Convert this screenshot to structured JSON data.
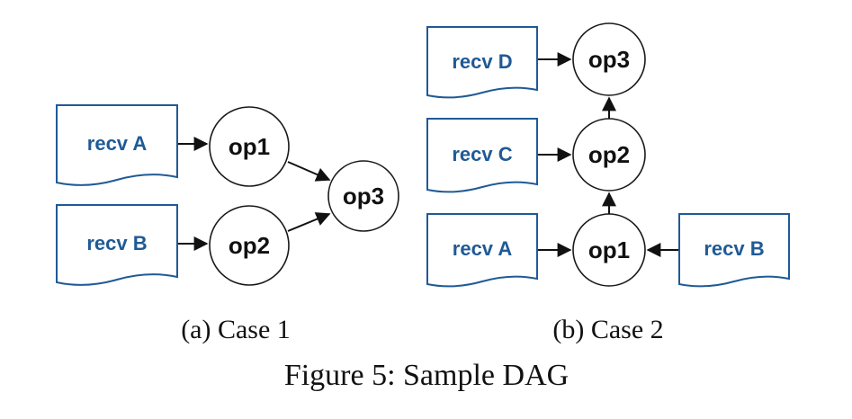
{
  "case1": {
    "recv_a": "recv A",
    "recv_b": "recv B",
    "op1": "op1",
    "op2": "op2",
    "op3": "op3",
    "caption": "(a) Case 1"
  },
  "case2": {
    "recv_d": "recv D",
    "recv_c": "recv C",
    "recv_a": "recv A",
    "recv_b": "recv B",
    "op1": "op1",
    "op2": "op2",
    "op3": "op3",
    "caption": "(b) Case 2"
  },
  "figure_caption": "Figure 5: Sample DAG",
  "colors": {
    "doc_stroke": "#1f5a96",
    "doc_text": "#1f5a96",
    "node_stroke": "#1a1a1a"
  }
}
